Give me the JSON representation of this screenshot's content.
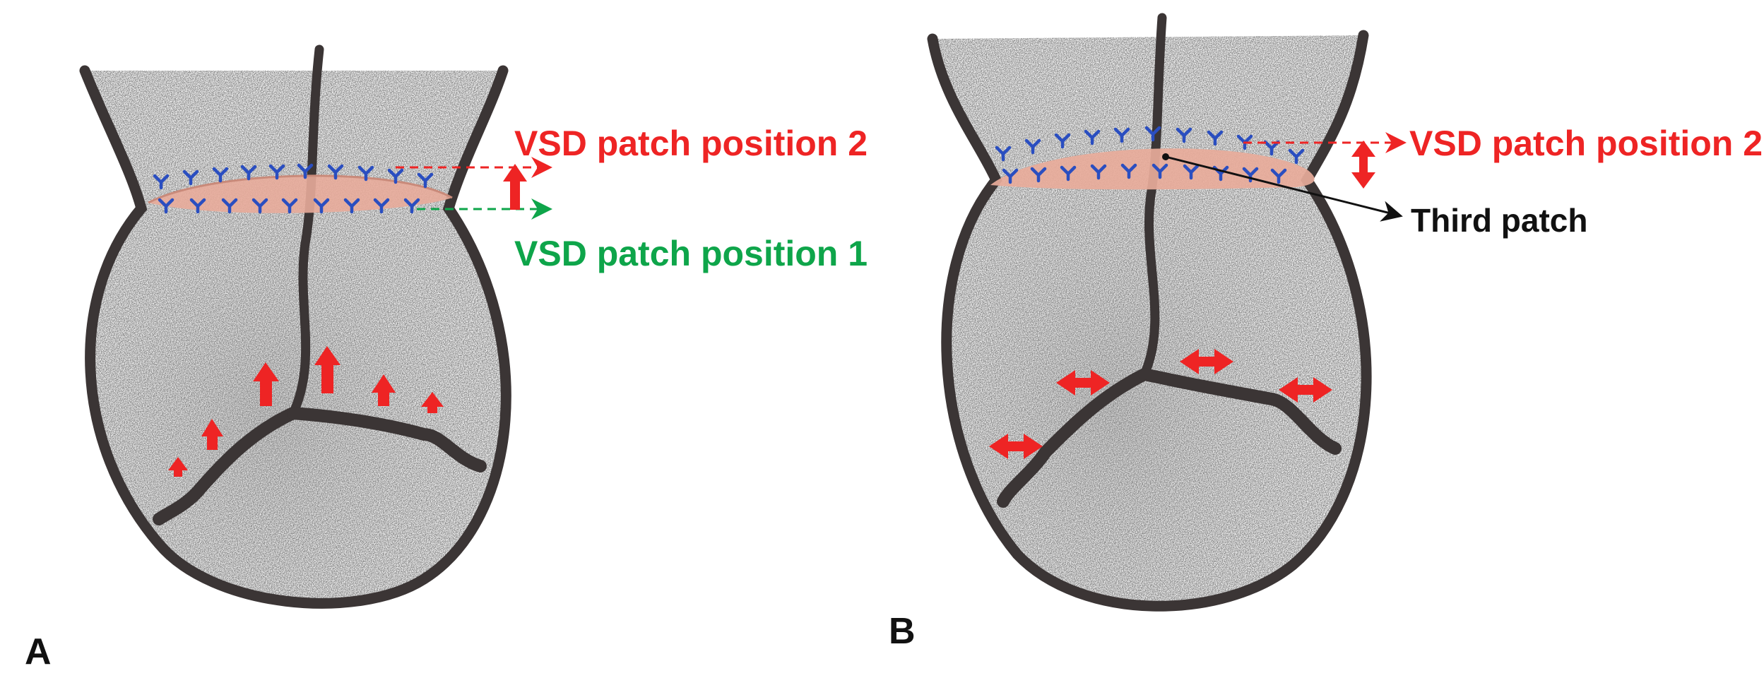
{
  "panels": [
    {
      "id": "A",
      "letter": "A",
      "labels": {
        "position_2": "VSD patch position 2",
        "position_1": "VSD patch position 1"
      }
    },
    {
      "id": "B",
      "letter": "B",
      "labels": {
        "position_2": "VSD patch position 2",
        "third_patch": "Third patch"
      }
    }
  ],
  "colors": {
    "outline": "#3b3535",
    "patch_fill": "#e8ab9a",
    "suture": "#2a4ec0",
    "arrow_red": "#ee2424",
    "position_1_green": "#0ea54a",
    "label_black": "#111111"
  },
  "icons": {
    "suture_marks": "blue-y-suture-icon",
    "force_arrows_A": "red-up-arrow-icon",
    "force_arrows_B": "red-double-arrow-icon"
  }
}
